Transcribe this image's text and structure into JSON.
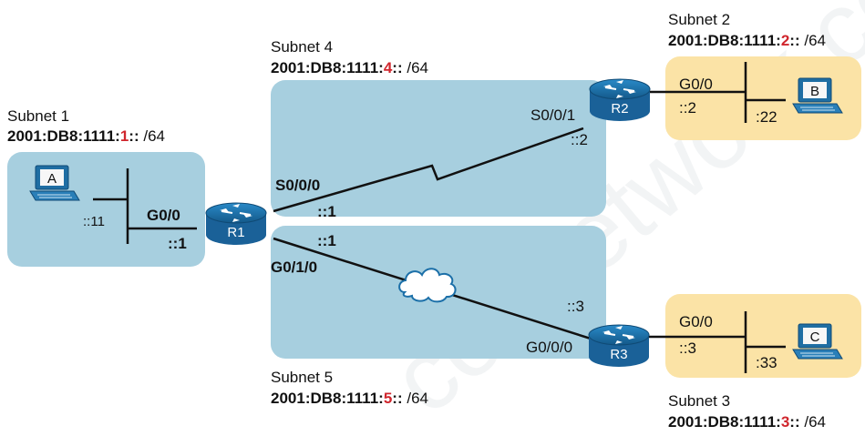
{
  "subnet1": {
    "name": "Subnet 1",
    "prefix": "2001:DB8:1111:",
    "hex": "1",
    "suffix": ":: ",
    "len": "/64"
  },
  "subnet2": {
    "name": "Subnet 2",
    "prefix": "2001:DB8:1111:",
    "hex": "2",
    "suffix": ":: ",
    "len": "/64"
  },
  "subnet3": {
    "name": "Subnet 3",
    "prefix": "2001:DB8:1111:",
    "hex": "3",
    "suffix": ":: ",
    "len": "/64"
  },
  "subnet4": {
    "name": "Subnet 4",
    "prefix": "2001:DB8:1111:",
    "hex": "4",
    "suffix": ":: ",
    "len": "/64"
  },
  "subnet5": {
    "name": "Subnet 5",
    "prefix": "2001:DB8:1111:",
    "hex": "5",
    "suffix": ":: ",
    "len": "/64"
  },
  "hosts": {
    "a": "A",
    "b": "B",
    "c": "C"
  },
  "routers": {
    "r1": "R1",
    "r2": "R2",
    "r3": "R3"
  },
  "interfaces": {
    "a_id": "::11",
    "r1_g00": "G0/0",
    "r1_g00_id": "::1",
    "r1_s000": "S0/0/0",
    "r1_s000_id": "::1",
    "r1_g010_id": "::1",
    "r1_g010": "G0/1/0",
    "r2_s001": "S0/0/1",
    "r2_s001_id": "::2",
    "r2_g00": "G0/0",
    "r2_g00_id": "::2",
    "b_id": ":22",
    "r3_id": "::3",
    "r3_g000": "G0/0/0",
    "r3_g00": "G0/0",
    "r3_g00_id": "::3",
    "c_id": ":33"
  },
  "watermark": "connetwork connetwork",
  "colors": {
    "blue_subnet": "#a7cfdf",
    "yellow_subnet": "#fbe3a6",
    "router": "#1b6fa8",
    "red_digit": "#d0262d"
  }
}
